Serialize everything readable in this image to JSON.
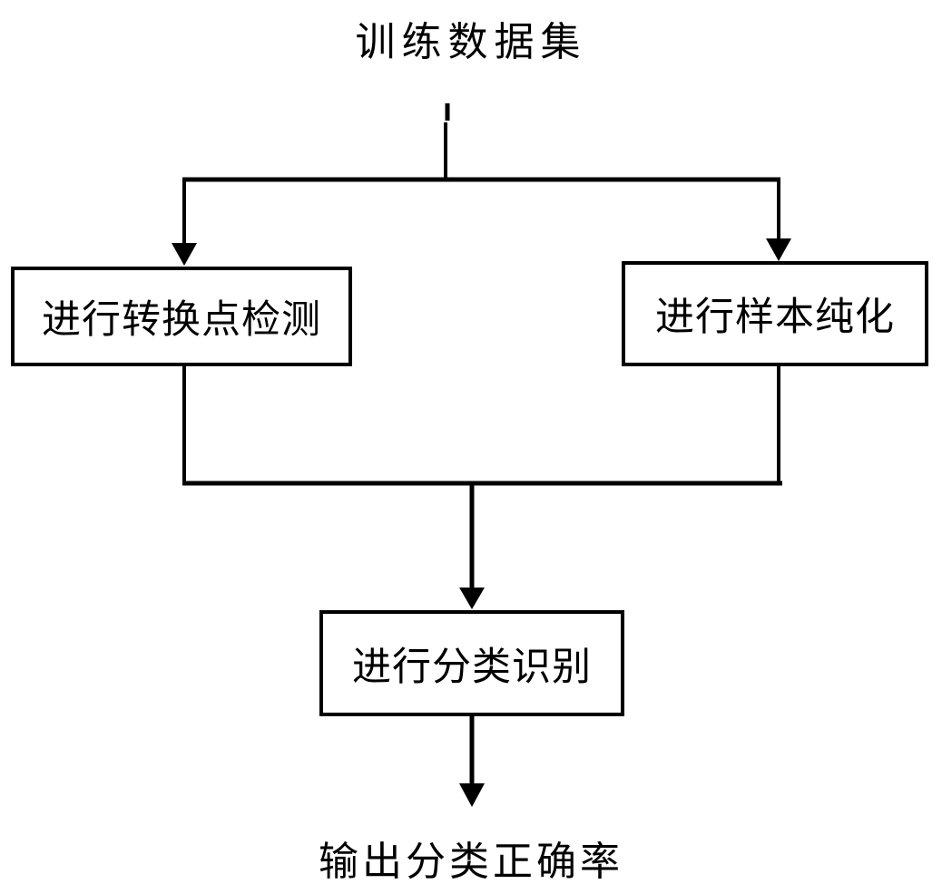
{
  "diagram": {
    "start_label": "训练数据集",
    "nodes": [
      {
        "id": "transition-point-detection",
        "label": "进行转换点检测"
      },
      {
        "id": "sample-purification",
        "label": "进行样本纯化"
      },
      {
        "id": "classification-recognition",
        "label": "进行分类识别"
      }
    ],
    "end_label": "输出分类正确率",
    "colors": {
      "line": "#000000",
      "background": "#ffffff",
      "text": "#000000"
    }
  }
}
